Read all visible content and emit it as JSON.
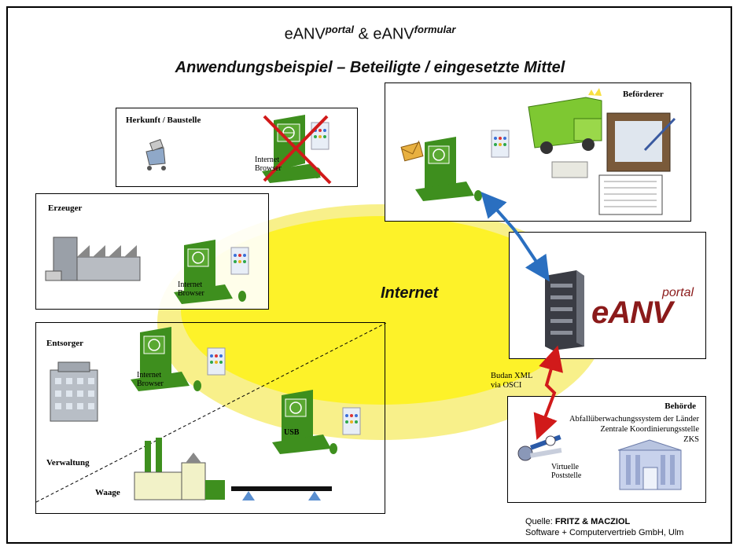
{
  "header": {
    "title_main": "eANV",
    "title_sup1": "portal",
    "title_amp": "& eANV",
    "title_sup2": "formular",
    "subtitle": "Anwendungsbeispiel – Beteiligte / eingesetzte Mittel"
  },
  "center": {
    "internet_label": "Internet"
  },
  "boxes": {
    "herkunft": {
      "title": "Herkunft / Baustelle",
      "browser": [
        "Internet",
        "Browser"
      ]
    },
    "erzeuger": {
      "title": "Erzeuger",
      "browser": [
        "Internet",
        "Browser"
      ]
    },
    "entsorger": {
      "title": "Entsorger",
      "browser": [
        "Internet",
        "Browser"
      ],
      "usb": "USB"
    },
    "verwaltung": {
      "title": "Verwaltung"
    },
    "waage": {
      "title": "Waage"
    },
    "befoerderer": {
      "title": "Beförderer"
    },
    "portal": {
      "logo_main": "eANV",
      "logo_sup": "portal"
    },
    "behoerde": {
      "title": "Behörde",
      "lines": [
        "Abfallüberwachungssystem der Länder",
        "Zentrale Koordinierungsstelle",
        "ZKS"
      ],
      "poststelle": [
        "Virtuelle",
        "Poststelle"
      ]
    }
  },
  "link_label": [
    "Budan XML",
    "via OSCI"
  ],
  "source": {
    "prefix": "Quelle: ",
    "company": "FRITZ & MACZIOL",
    "line2": "Software + Computervertrieb GmbH, Ulm"
  },
  "colors": {
    "ellipse": "#fff200",
    "monitor": "#3e8f1e",
    "arrow_blue": "#2a6fc0",
    "arrow_red": "#d11a1a",
    "logo_red": "#8b1a1a"
  }
}
